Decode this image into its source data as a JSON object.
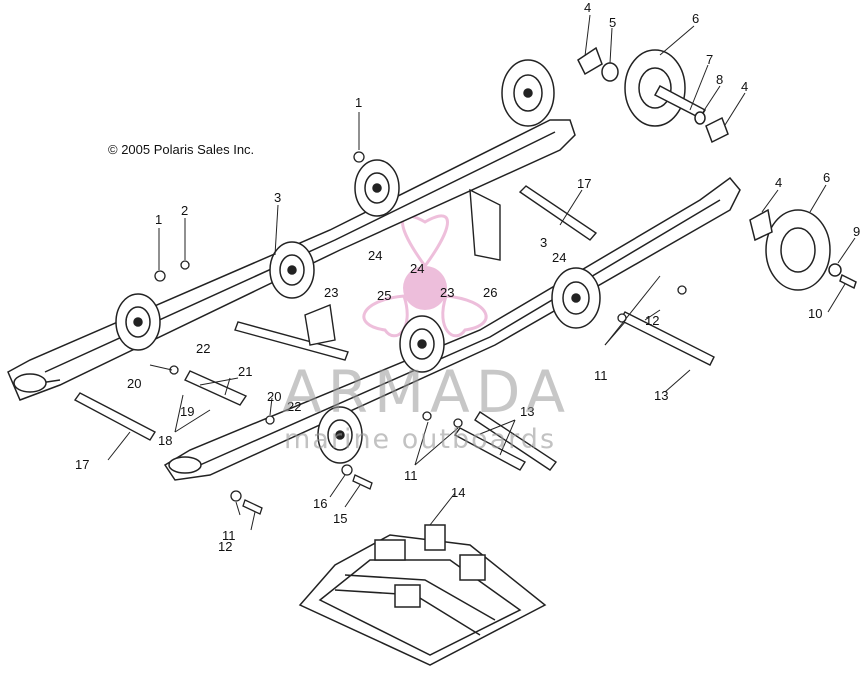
{
  "copyright": "© 2005 Polaris Sales Inc.",
  "watermark": {
    "brand": "ARMADA",
    "tagline": "marine outboards",
    "color": "#e0a0c8"
  },
  "callouts": [
    "1",
    "2",
    "3",
    "4",
    "5",
    "6",
    "7",
    "8",
    "9",
    "10",
    "11",
    "12",
    "13",
    "14",
    "15",
    "16",
    "17",
    "18",
    "19",
    "20",
    "21",
    "22",
    "23",
    "24",
    "25",
    "26"
  ],
  "callout_instances": [
    "4",
    "5",
    "6",
    "7",
    "8",
    "4",
    "1",
    "4",
    "6",
    "9",
    "10",
    "17",
    "1",
    "2",
    "3",
    "24",
    "3",
    "24",
    "23",
    "26",
    "25",
    "23",
    "24",
    "12",
    "22",
    "11",
    "13",
    "20",
    "21",
    "19",
    "20",
    "22",
    "18",
    "13",
    "17",
    "11",
    "16",
    "15",
    "11",
    "12",
    "14"
  ]
}
